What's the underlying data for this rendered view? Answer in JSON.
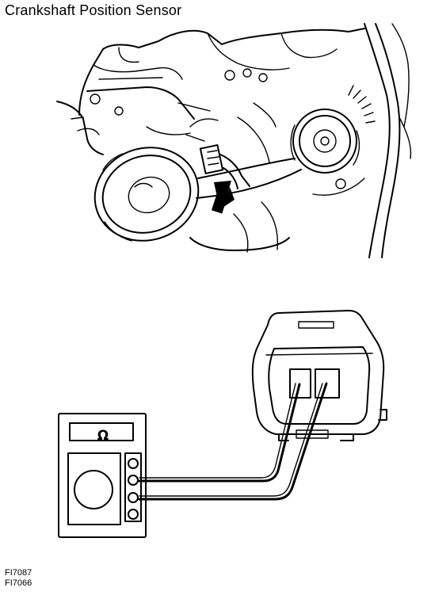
{
  "title": "Crankshaft Position Sensor",
  "meter": {
    "symbol": "Ω"
  },
  "figure_codes": [
    "FI7087",
    "FI7066"
  ]
}
